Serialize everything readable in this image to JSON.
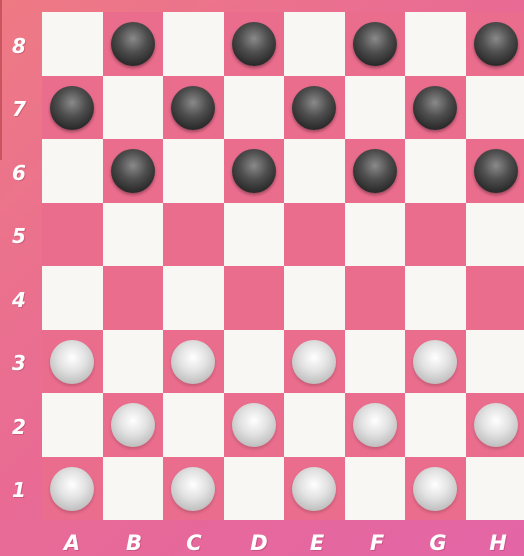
{
  "board": {
    "ranks": [
      "8",
      "7",
      "6",
      "5",
      "4",
      "3",
      "2",
      "1"
    ],
    "files": [
      "A",
      "B",
      "C",
      "D",
      "E",
      "F",
      "G",
      "H"
    ],
    "light_square_color": "#f8f7f3",
    "dark_square_color": "#eb6d8d",
    "dark_piece_color": "#2a2a2a",
    "light_piece_color": "#d9d9d9",
    "pieces": [
      {
        "square": "B8",
        "color": "dark"
      },
      {
        "square": "D8",
        "color": "dark"
      },
      {
        "square": "F8",
        "color": "dark"
      },
      {
        "square": "H8",
        "color": "dark"
      },
      {
        "square": "A7",
        "color": "dark"
      },
      {
        "square": "C7",
        "color": "dark"
      },
      {
        "square": "E7",
        "color": "dark"
      },
      {
        "square": "G7",
        "color": "dark"
      },
      {
        "square": "B6",
        "color": "dark"
      },
      {
        "square": "D6",
        "color": "dark"
      },
      {
        "square": "F6",
        "color": "dark"
      },
      {
        "square": "H6",
        "color": "dark"
      },
      {
        "square": "A3",
        "color": "light"
      },
      {
        "square": "C3",
        "color": "light"
      },
      {
        "square": "E3",
        "color": "light"
      },
      {
        "square": "G3",
        "color": "light"
      },
      {
        "square": "B2",
        "color": "light"
      },
      {
        "square": "D2",
        "color": "light"
      },
      {
        "square": "F2",
        "color": "light"
      },
      {
        "square": "H2",
        "color": "light"
      },
      {
        "square": "A1",
        "color": "light"
      },
      {
        "square": "C1",
        "color": "light"
      },
      {
        "square": "E1",
        "color": "light"
      },
      {
        "square": "G1",
        "color": "light"
      }
    ]
  }
}
